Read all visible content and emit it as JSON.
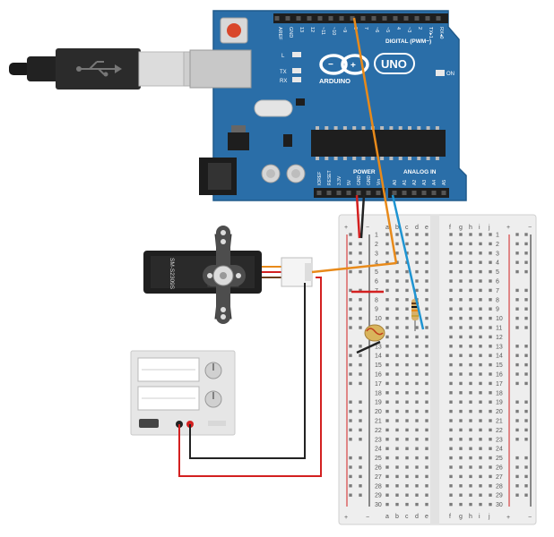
{
  "arduino": {
    "brand": "ARDUINO",
    "model": "UNO",
    "digital_header": "DIGITAL (PWM~)",
    "power_header": "POWER",
    "analog_header": "ANALOG IN",
    "led_labels": [
      "L",
      "TX",
      "RX"
    ],
    "on_label": "ON",
    "top_pins": [
      "AREF",
      "GND",
      "13",
      "12",
      "~11",
      "~10",
      "~9",
      "8",
      "7",
      "~6",
      "~5",
      "4",
      "~3",
      "2",
      "TX▸1",
      "RX◂0"
    ],
    "power_pins": [
      "IOREF",
      "RESET",
      "3.3V",
      "5V",
      "GND",
      "GND",
      "Vin"
    ],
    "analog_pins": [
      "A0",
      "A1",
      "A2",
      "A3",
      "A4",
      "A5"
    ]
  },
  "servo": {
    "model": "SM-S2309S"
  },
  "breadboard": {
    "columns_left": [
      "a",
      "b",
      "c",
      "d",
      "e"
    ],
    "columns_right": [
      "f",
      "g",
      "h",
      "i",
      "j"
    ],
    "rows": [
      "1",
      "2",
      "3",
      "4",
      "5",
      "6",
      "7",
      "8",
      "9",
      "10",
      "11",
      "12",
      "13",
      "14",
      "15",
      "16",
      "17",
      "18",
      "19",
      "20",
      "21",
      "22",
      "23",
      "24",
      "25",
      "26",
      "27",
      "28",
      "29",
      "30"
    ],
    "plus": "+",
    "minus": "−"
  },
  "colors": {
    "board": "#2a6ea8",
    "wire_orange": "#e88a1a",
    "wire_blue": "#1e94d2",
    "wire_red": "#d32020",
    "wire_black": "#222222"
  }
}
